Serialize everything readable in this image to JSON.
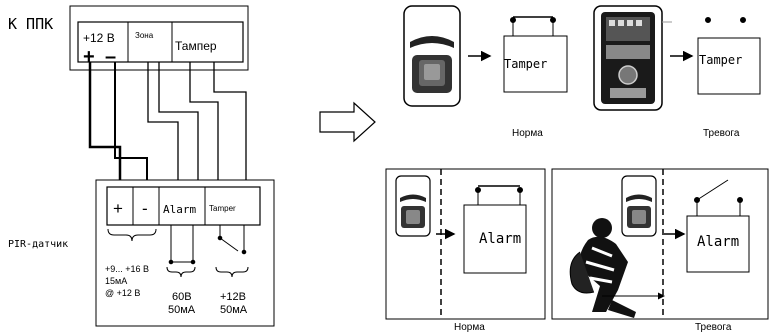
{
  "panel": {
    "title": "К ППК",
    "power_label": "+12 В",
    "plus": "+",
    "minus": "–",
    "zone_label": "Зона",
    "tamper_label": "Тампер"
  },
  "sensor": {
    "name": "PIR-датчик",
    "plus": "+",
    "minus": "-",
    "alarm_label": "Alarm",
    "tamper_label": "Tamper",
    "power_spec": [
      "+9... +16 В",
      "15мА",
      "@ +12 В"
    ],
    "alarm_spec": [
      "60В",
      "50мА"
    ],
    "tamper_spec": [
      "+12В",
      "50мА"
    ]
  },
  "tamper_states": {
    "contact_label": "Tamper",
    "normal": "Норма",
    "alarm": "Тревога"
  },
  "alarm_states": {
    "contact_label": "Alarm",
    "normal": "Норма",
    "alarm": "Тревога"
  }
}
